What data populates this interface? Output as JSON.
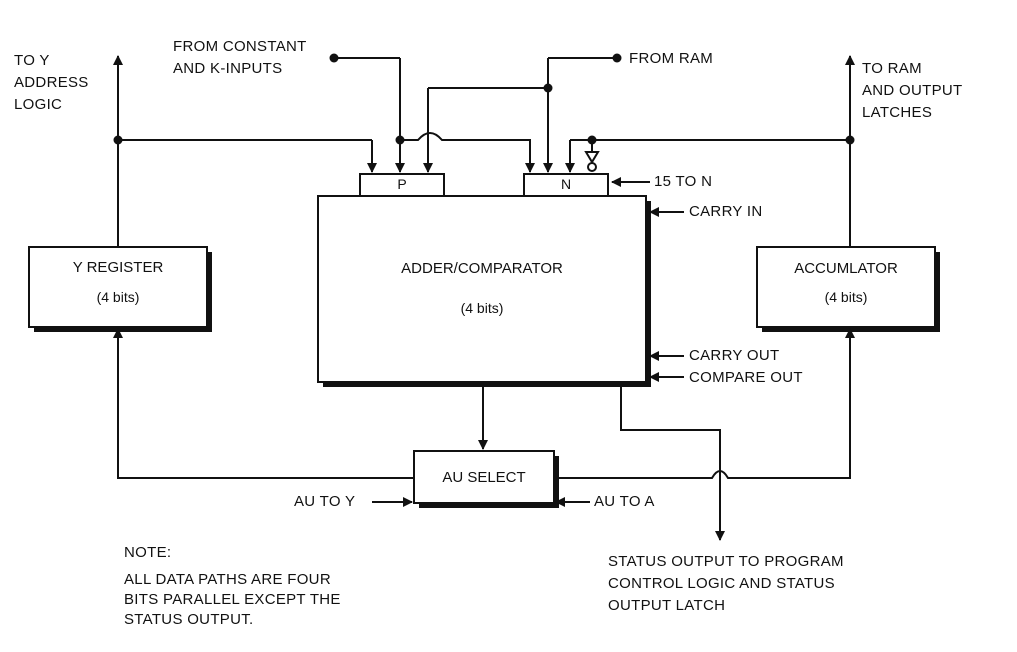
{
  "blocks": {
    "y_register": {
      "name": "Y REGISTER",
      "bits": "(4 bits)"
    },
    "adder": {
      "name": "ADDER/COMPARATOR",
      "bits": "(4 bits)"
    },
    "accumulator": {
      "name": "ACCUMLATOR",
      "bits": "(4 bits)"
    },
    "au_select": {
      "name": "AU SELECT"
    },
    "p_input": "P",
    "n_input": "N"
  },
  "signals": {
    "to_y_address": [
      "TO Y",
      "ADDRESS",
      "LOGIC"
    ],
    "from_constant": [
      "FROM CONSTANT",
      "AND K-INPUTS"
    ],
    "from_ram": "FROM RAM",
    "to_ram": [
      "TO RAM",
      "AND OUTPUT",
      "LATCHES"
    ],
    "fifteen_to_n": "15 TO N",
    "carry_in": "CARRY IN",
    "carry_out": "CARRY OUT",
    "compare_out": "COMPARE OUT",
    "au_to_y": "AU TO Y",
    "au_to_a": "AU TO A",
    "status_output": [
      "STATUS OUTPUT TO PROGRAM",
      "CONTROL LOGIC AND STATUS",
      "OUTPUT LATCH"
    ]
  },
  "note": {
    "heading": "NOTE:",
    "lines": [
      "ALL DATA PATHS ARE FOUR",
      "BITS PARALLEL EXCEPT THE",
      "STATUS OUTPUT."
    ]
  }
}
